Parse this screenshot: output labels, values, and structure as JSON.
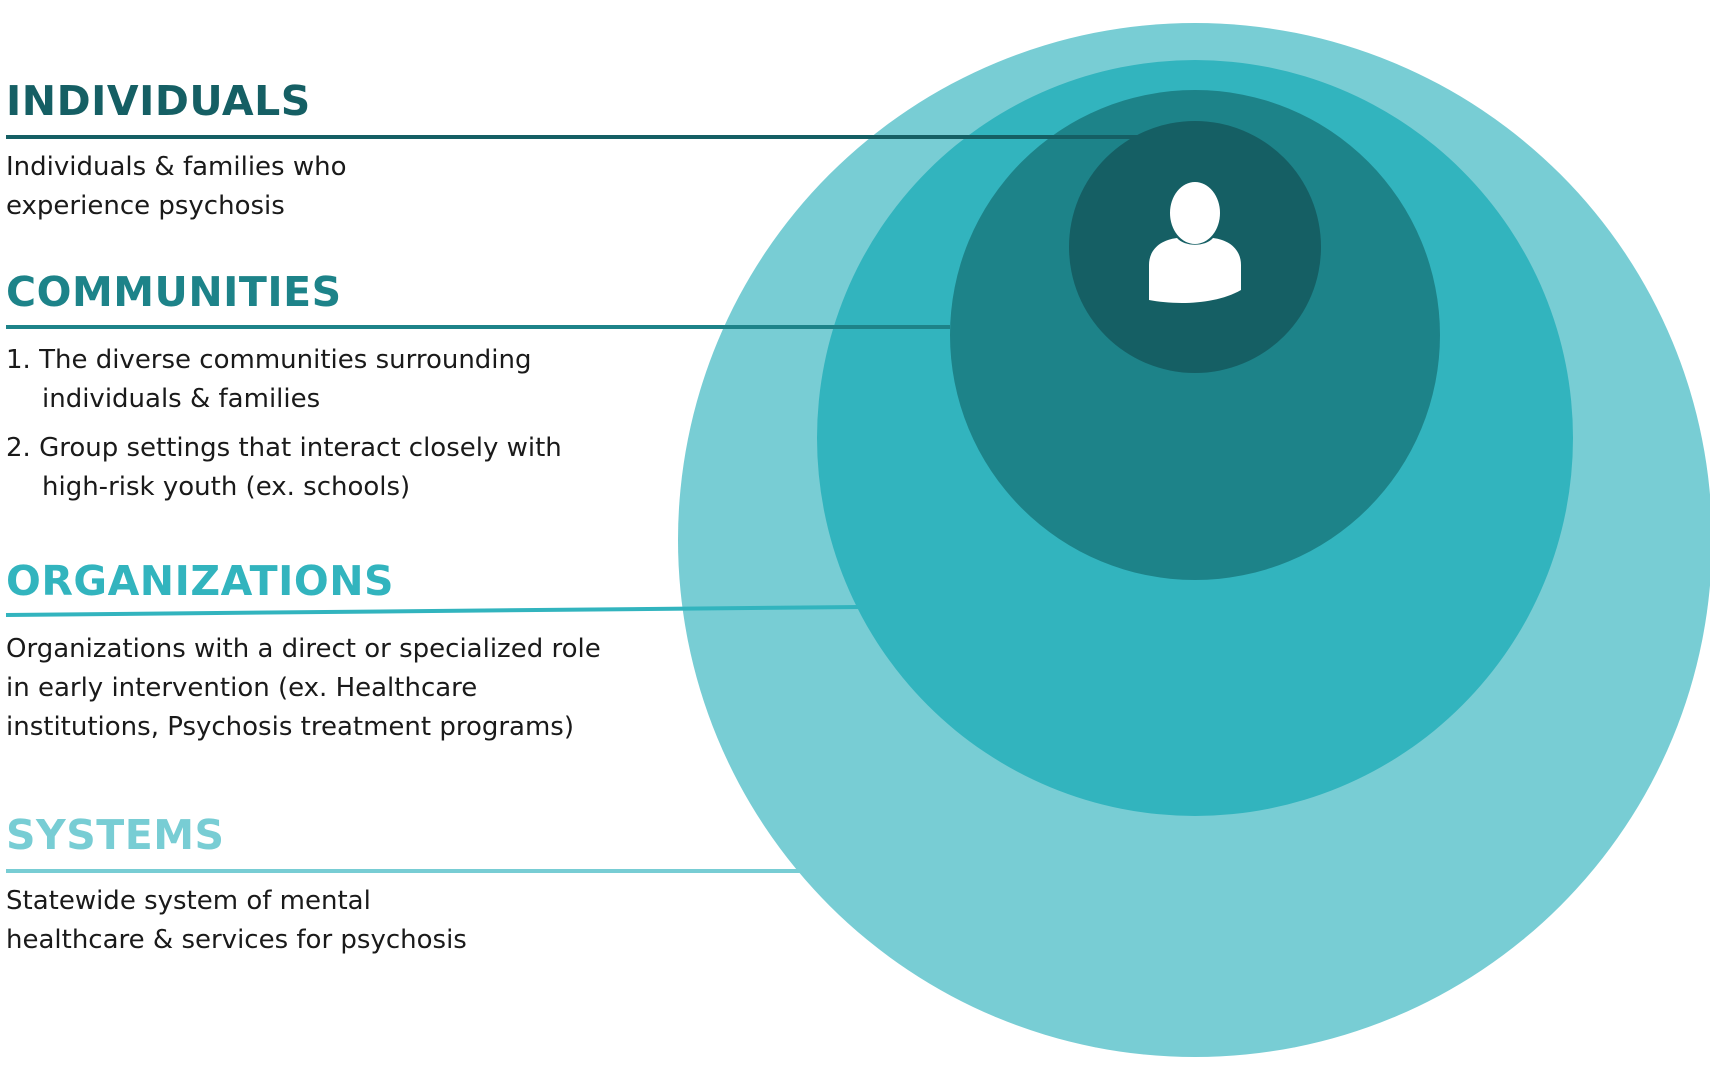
{
  "colors": {
    "systems": "#78cdd4",
    "organizations": "#32b4be",
    "communities": "#1d8389",
    "individuals": "#155f64",
    "person": "#ffffff",
    "text": "#1a1a1a"
  },
  "icons": {
    "center": "person-icon"
  },
  "levels": {
    "individuals": {
      "title": "INDIVIDUALS",
      "lines": [
        "Individuals & families who",
        "experience psychosis"
      ]
    },
    "communities": {
      "title": "COMMUNITIES",
      "items": [
        {
          "num": "1.",
          "first": "The diverse communities surrounding",
          "cont": "individuals & families"
        },
        {
          "num": "2.",
          "first": "Group settings that interact closely with",
          "cont": "high-risk youth (ex. schools)"
        }
      ]
    },
    "organizations": {
      "title": "ORGANIZATIONS",
      "lines": [
        "Organizations with a direct or specialized role",
        "in early intervention (ex. Healthcare",
        "institutions, Psychosis treatment programs)"
      ]
    },
    "systems": {
      "title": "SYSTEMS",
      "lines": [
        "Statewide system of mental",
        "healthcare & services for psychosis"
      ]
    }
  }
}
